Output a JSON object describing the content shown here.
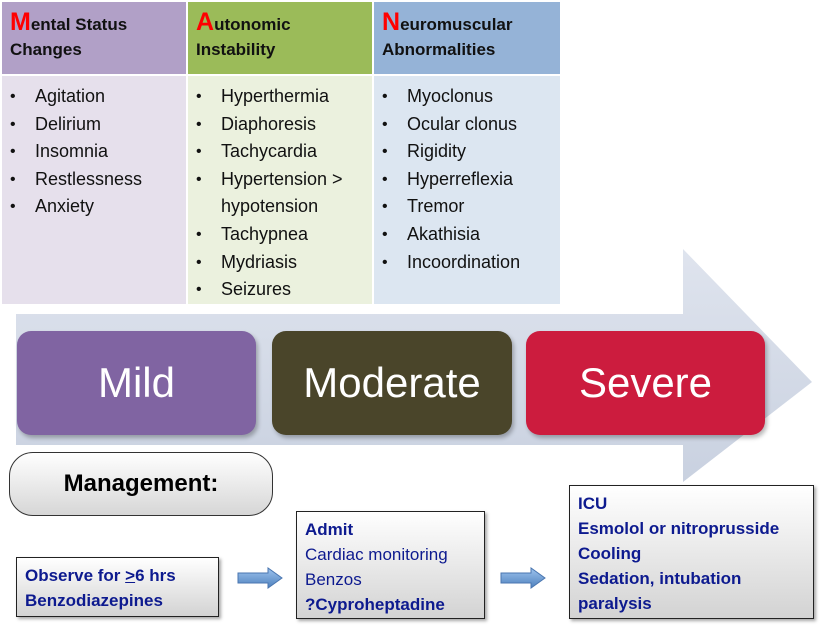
{
  "columns": [
    {
      "initial": "M",
      "head_rest": "ental Status",
      "head_line2": "Changes",
      "items": [
        "Agitation",
        "Delirium",
        "Insomnia",
        "Restlessness",
        "Anxiety"
      ]
    },
    {
      "initial": "A",
      "head_rest": "utonomic",
      "head_line2": "Instability",
      "items": [
        "Hyperthermia",
        "Diaphoresis",
        "Tachycardia",
        "Hypertension >",
        "hypotension",
        "Tachypnea",
        "Mydriasis",
        "Seizures"
      ]
    },
    {
      "initial": "N",
      "head_rest": "euromuscular",
      "head_line2": "Abnormalities",
      "items": [
        "Myoclonus",
        "Ocular clonus",
        "Rigidity",
        "Hyperreflexia",
        "Tremor",
        "Akathisia",
        "Incoordination"
      ]
    }
  ],
  "severity": [
    "Mild",
    "Moderate",
    "Severe"
  ],
  "management_label": "Management:",
  "mild_box": {
    "line1_pre": "Observe for ",
    "line1_geq": ">",
    "line1_post": "6 hrs",
    "line2": "Benzodiazepines"
  },
  "moderate_box": {
    "line1": "Admit",
    "line2": "Cardiac monitoring",
    "line3": "Benzos",
    "line4": "?Cyproheptadine"
  },
  "severe_box": {
    "line1": "ICU",
    "line2": "Esmolol or nitroprusside",
    "line3": "Cooling",
    "line4": "Sedation, intubation",
    "line5": "paralysis"
  },
  "colors": {
    "mental_head": "#b1a0c7",
    "mental_body": "#e6e0ec",
    "auto_head": "#9bbb59",
    "auto_body": "#ebf1de",
    "neuro_head": "#95b3d7",
    "neuro_body": "#dce6f1",
    "mild": "#8064a2",
    "moderate": "#4a452a",
    "severe": "#cc1c3e",
    "arrow": "#d3dae6",
    "text_blue": "#0d1a8f"
  }
}
